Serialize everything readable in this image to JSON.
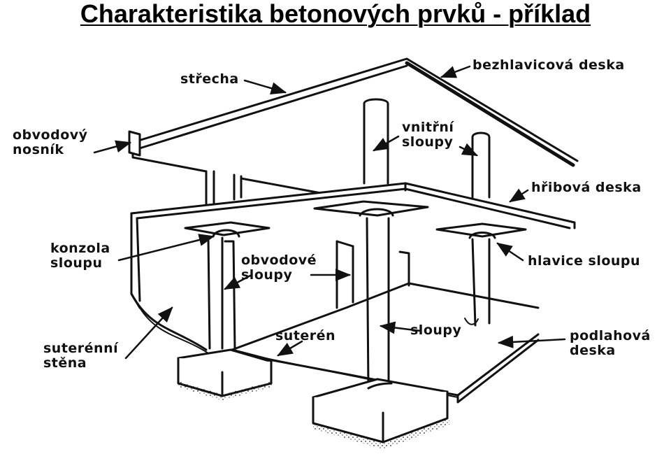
{
  "title": "Charakteristika betonových prvků - příklad",
  "labels": {
    "strecha": "střecha",
    "bezhlavicova_deska": "bezhlavicová deska",
    "obvodovy_nosnik": "obvodový\nnosník",
    "vnitrni_sloupy": "vnitřní\nsloupy",
    "hribova_deska": "hřibová deska",
    "konzola_sloupu": "konzola\nsloupu",
    "obvodove_sloupy": "obvodové\nsloupy",
    "hlavice_sloupu": "hlavice sloupu",
    "suterenni_stena": "suterénní\nstěna",
    "suteren": "suterén",
    "sloupy": "sloupy",
    "podlahova_deska": "podlahová\ndeska"
  },
  "colors": {
    "ink": "#111111",
    "background": "#ffffff"
  }
}
